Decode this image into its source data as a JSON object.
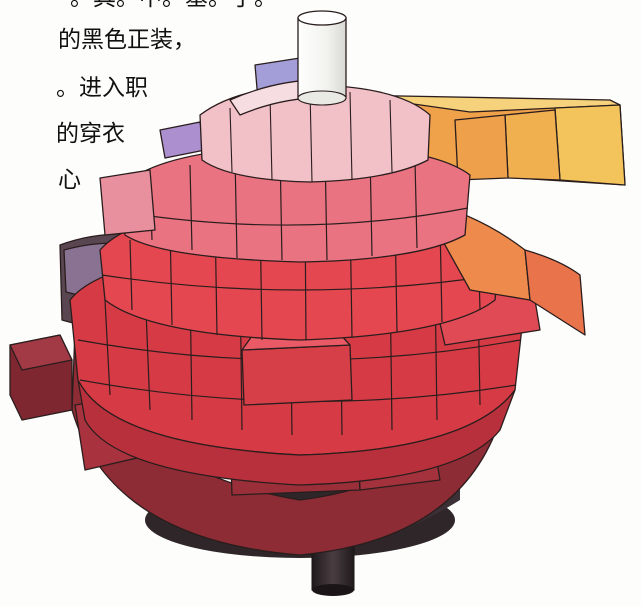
{
  "text_fragment": {
    "lines": [
      "。其。中。基。于。",
      "的黑色正装，",
      "。进入职",
      "的穿衣",
      "心"
    ]
  },
  "solid": {
    "description_icon": "munsell-color-solid",
    "colors": {
      "axis": "#f4f4f0",
      "top_light": "#f4cbd2",
      "pink": "#e98895",
      "red": "#e0454e",
      "deep_red": "#c8323e",
      "maroon": "#8e2c36",
      "dark": "#3b2e33",
      "yellow": "#f3c35c",
      "orange": "#f0a24a",
      "violet": "#9f91cf"
    }
  }
}
